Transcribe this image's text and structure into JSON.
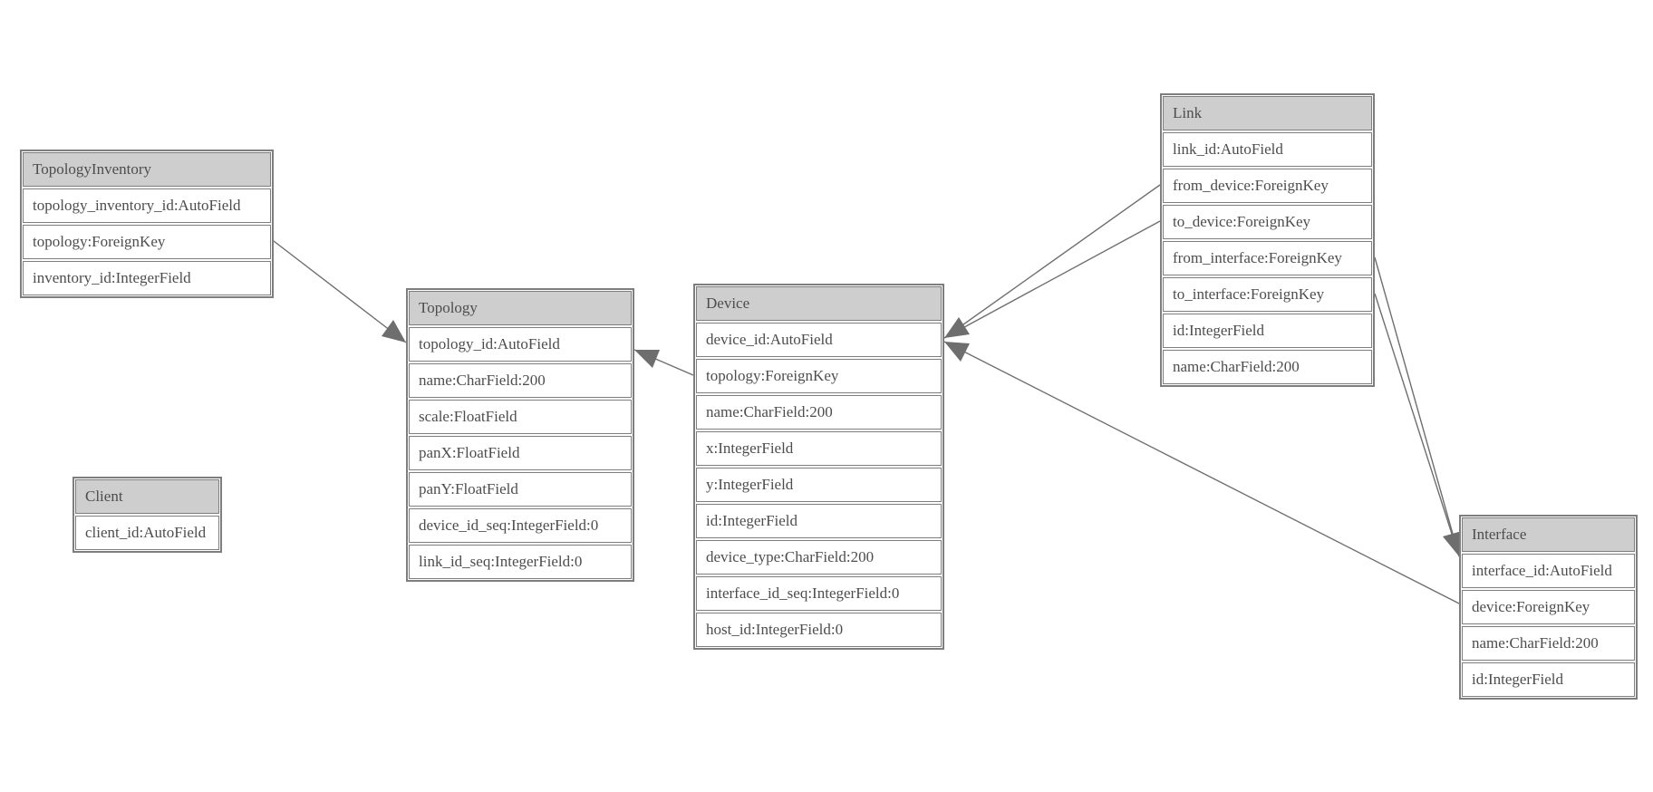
{
  "entities": {
    "topology_inventory": {
      "title": "TopologyInventory",
      "fields": [
        "topology_inventory_id:AutoField",
        "topology:ForeignKey",
        "inventory_id:IntegerField"
      ]
    },
    "topology": {
      "title": "Topology",
      "fields": [
        "topology_id:AutoField",
        "name:CharField:200",
        "scale:FloatField",
        "panX:FloatField",
        "panY:FloatField",
        "device_id_seq:IntegerField:0",
        "link_id_seq:IntegerField:0"
      ]
    },
    "client": {
      "title": "Client",
      "fields": [
        "client_id:AutoField"
      ]
    },
    "device": {
      "title": "Device",
      "fields": [
        "device_id:AutoField",
        "topology:ForeignKey",
        "name:CharField:200",
        "x:IntegerField",
        "y:IntegerField",
        "id:IntegerField",
        "device_type:CharField:200",
        "interface_id_seq:IntegerField:0",
        "host_id:IntegerField:0"
      ]
    },
    "link": {
      "title": "Link",
      "fields": [
        "link_id:AutoField",
        "from_device:ForeignKey",
        "to_device:ForeignKey",
        "from_interface:ForeignKey",
        "to_interface:ForeignKey",
        "id:IntegerField",
        "name:CharField:200"
      ]
    },
    "interface": {
      "title": "Interface",
      "fields": [
        "interface_id:AutoField",
        "device:ForeignKey",
        "name:CharField:200",
        "id:IntegerField"
      ]
    }
  },
  "relations": [
    {
      "from": "TopologyInventory.topology",
      "to": "Topology.topology_id"
    },
    {
      "from": "Device.topology",
      "to": "Topology.topology_id"
    },
    {
      "from": "Link.from_device",
      "to": "Device.device_id"
    },
    {
      "from": "Link.to_device",
      "to": "Device.device_id"
    },
    {
      "from": "Link.from_interface",
      "to": "Interface.interface_id"
    },
    {
      "from": "Link.to_interface",
      "to": "Interface.interface_id"
    },
    {
      "from": "Interface.device",
      "to": "Device.device_id"
    }
  ],
  "colors": {
    "header_fill": "#cecece",
    "border": "#7e7e7e",
    "text": "#4d4d4d",
    "connector": "#6e6e6e",
    "background": "#ffffff"
  }
}
